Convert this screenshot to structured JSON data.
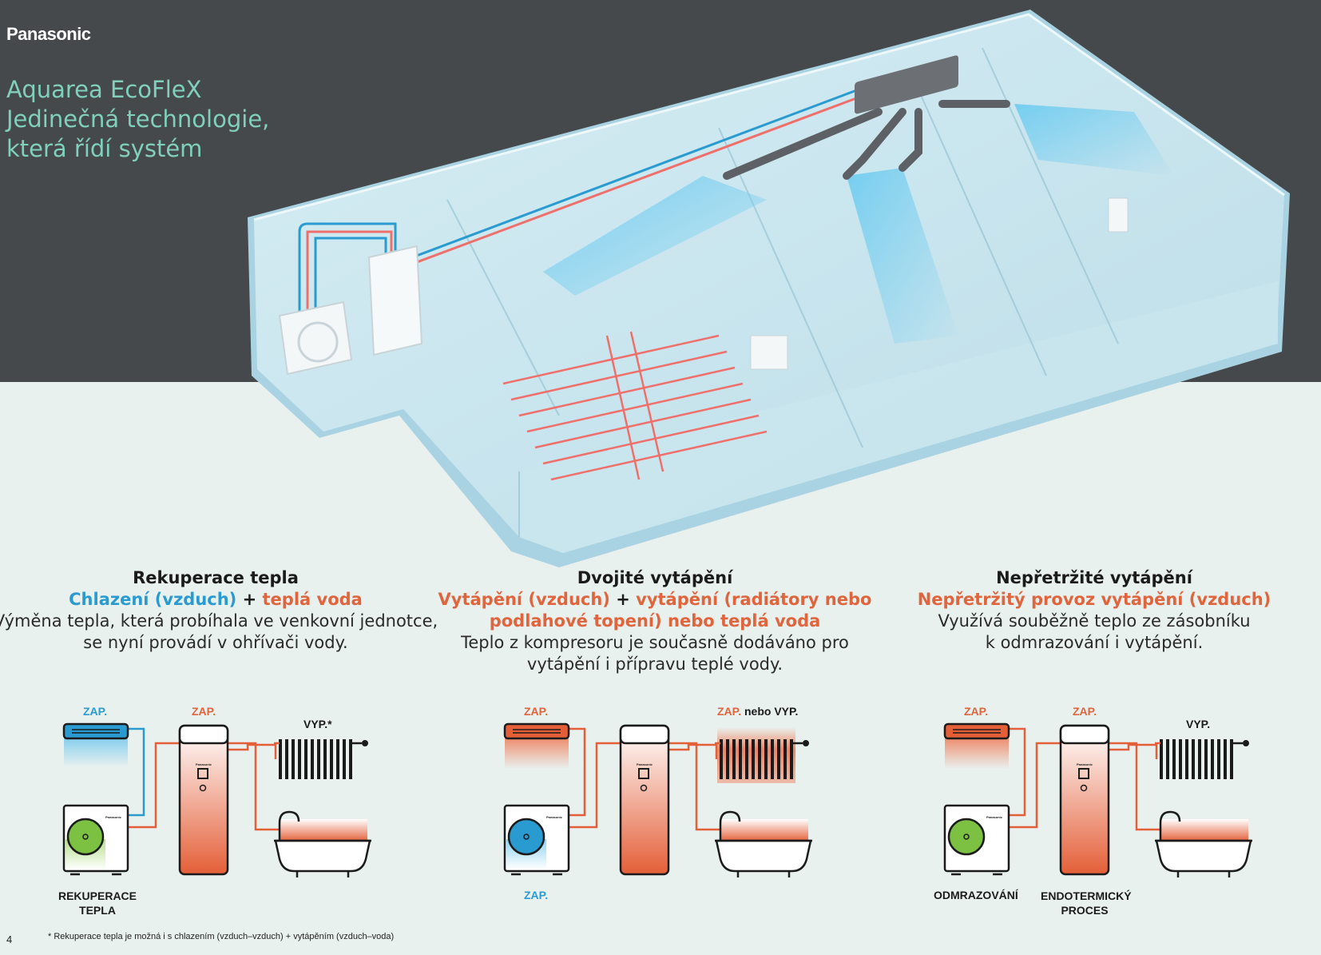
{
  "brand": "Panasonic",
  "headline": [
    "Aquarea EcoFleX",
    "Jedinečná technologie,",
    "která řídí systém"
  ],
  "features": [
    {
      "title": "Rekuperace tepla",
      "sub_a": "Chlazení (vzduch)",
      "sub_plus": " + ",
      "sub_b": "teplá voda",
      "sub_c": "",
      "desc": [
        "Výměna tepla, která probíhala ve venkovní jednotce,",
        "se nyní provádí v ohřívači vody."
      ]
    },
    {
      "title": "Dvojité vytápění",
      "sub_a": "Vytápění (vzduch)",
      "sub_plus": " + ",
      "sub_b": "vytápění (radiátory nebo",
      "sub_c": "podlahové topení) nebo teplá voda",
      "desc": [
        "Teplo z kompresoru je současně dodáváno pro",
        "vytápění i přípravu teplé vody."
      ]
    },
    {
      "title": "Nepřetržité vytápění",
      "sub_a": "Nepřetržitý provoz vytápění (vzduch)",
      "sub_plus": "",
      "sub_b": "",
      "sub_c": "",
      "desc": [
        "Využívá souběžně teplo ze zásobníku",
        "k odmrazování i vytápění."
      ]
    }
  ],
  "diagrams": [
    {
      "indoor_label": "ZAP.",
      "tank_label": "ZAP.",
      "radiator_label": "VYP.*",
      "radiator_label_extra": "",
      "outdoor_label": [
        "REKUPERACE",
        "TEPLA"
      ],
      "tank_caption": [
        "",
        ""
      ]
    },
    {
      "indoor_label": "ZAP.",
      "tank_label": "",
      "radiator_label": "ZAP.",
      "radiator_label_extra": " nebo VYP.",
      "outdoor_label": [
        "ZAP.",
        ""
      ],
      "tank_caption": [
        "",
        ""
      ]
    },
    {
      "indoor_label": "ZAP.",
      "tank_label": "ZAP.",
      "radiator_label": "VYP.",
      "radiator_label_extra": "",
      "outdoor_label": [
        "ODMRAZOVÁNÍ",
        ""
      ],
      "tank_caption": [
        "ENDOTERMICKÝ",
        "PROCES"
      ]
    }
  ],
  "unit_brand": "Panasonic",
  "footnote": "* Rekuperace tepla je možná i s chlazením (vzduch–vzduch) + vytápěním (vzduch–voda)",
  "page_number": "4",
  "colors": {
    "hero_bg": "#46494c",
    "page_bg": "#e9f1ef",
    "headline": "#7fd0bd",
    "cooling_blue": "#2a9bd0",
    "heating_orange": "#e0643c",
    "recovery_green": "#7cc142"
  }
}
